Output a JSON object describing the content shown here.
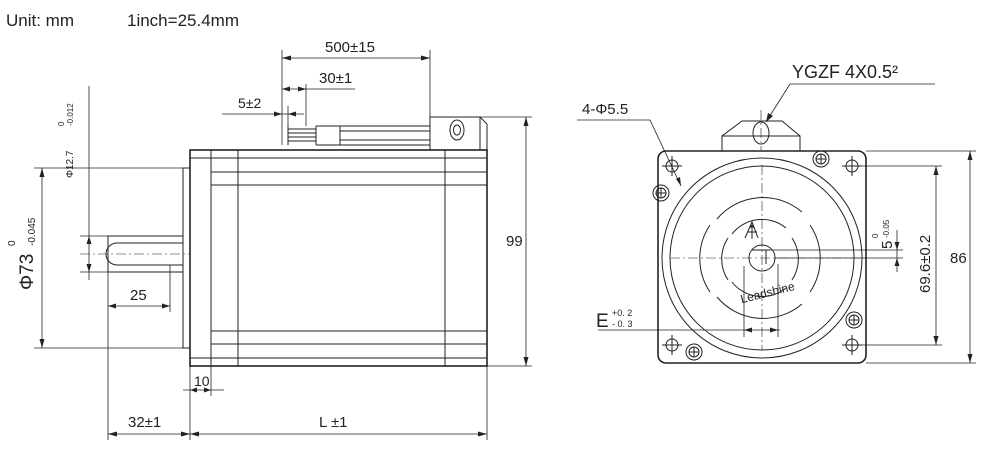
{
  "header": {
    "unit_label": "Unit: mm",
    "conversion": "1inch=25.4mm"
  },
  "side_view": {
    "shaft_dia_main": "Φ12.7",
    "shaft_dia_tol_upper": "0",
    "shaft_dia_tol_lower": "-0.012",
    "pilot_dia_main": "Φ73",
    "pilot_dia_tol_upper": "0",
    "pilot_dia_tol_lower": "-0.045",
    "cable_length": "500±15",
    "strip_length": "30±1",
    "tin_length": "5±2",
    "body_height": "99",
    "key_length": "25",
    "pilot_thickness": "10",
    "shaft_length": "32±1",
    "body_length": "L ±1"
  },
  "front_view": {
    "cable_spec": "YGZF 4X0.5²",
    "holes_label": "4-Φ5.5",
    "flat_main": "5",
    "flat_tol_upper": "0",
    "flat_tol_lower": "-0.05",
    "hole_pitch": "69.6±0.2",
    "flange_size": "86",
    "e_main": "E",
    "e_tol_upper": "+0. 2",
    "e_tol_lower": "- 0. 3",
    "logo_text": "Leadshine"
  }
}
